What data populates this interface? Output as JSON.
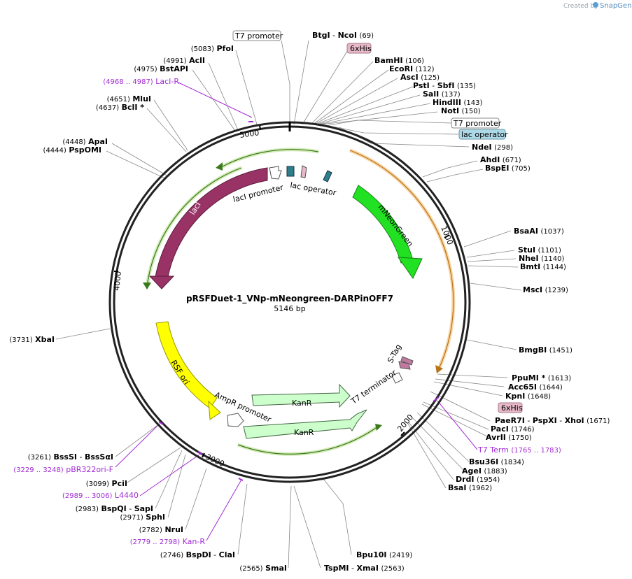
{
  "watermark": {
    "created_by": "Created by",
    "app": "SnapGene"
  },
  "plasmid": {
    "name": "pRSFDuet-1_VNp-mNeongreen-DARPinOFF7",
    "size": "5146 bp"
  },
  "ticks": [
    "1000",
    "2000",
    "3000",
    "4000",
    "5000"
  ],
  "top_labels": [
    {
      "name": "BtgI",
      "sep": " - ",
      "name2": "NcoI",
      "pos": "(69)"
    }
  ],
  "boxed_labels": {
    "t7_top": "T7 promoter",
    "his_top": "6xHis",
    "t7_right": "T7 promoter",
    "lacop_right": "lac operator",
    "his_bottom": "6xHis"
  },
  "right_labels": [
    {
      "name": "BamHI",
      "pos": "(106)"
    },
    {
      "name": "EcoRI",
      "pos": "(112)"
    },
    {
      "name": "AscI",
      "pos": "(125)"
    },
    {
      "name": "PstI",
      "sep": " - ",
      "name2": "SbfI",
      "pos": "(135)"
    },
    {
      "name": "SalI",
      "pos": "(137)"
    },
    {
      "name": "HindIII",
      "pos": "(143)"
    },
    {
      "name": "NotI",
      "pos": "(150)"
    },
    {
      "name": "NdeI",
      "pos": "(298)"
    },
    {
      "name": "AhdI",
      "pos": "(671)"
    },
    {
      "name": "BspEI",
      "pos": "(705)"
    },
    {
      "name": "BsaAI",
      "pos": "(1037)"
    },
    {
      "name": "StuI",
      "pos": "(1101)"
    },
    {
      "name": "NheI",
      "pos": "(1140)"
    },
    {
      "name": "BmtI",
      "pos": "(1144)"
    },
    {
      "name": "MscI",
      "pos": "(1239)"
    },
    {
      "name": "BmgBI",
      "pos": "(1451)"
    },
    {
      "name": "PpuMI *",
      "pos": "(1613)"
    },
    {
      "name": "Acc65I",
      "pos": "(1644)"
    },
    {
      "name": "KpnI",
      "pos": "(1648)"
    },
    {
      "name": "PaeR7I",
      "sep": " - ",
      "name2": "PspXI",
      "sep2": " - ",
      "name3": "XhoI",
      "pos": "(1671)"
    },
    {
      "name": "PacI",
      "pos": "(1746)"
    },
    {
      "name": "AvrII",
      "pos": "(1750)"
    },
    {
      "name": "Bsu36I",
      "pos": "(1834)"
    },
    {
      "name": "AgeI",
      "pos": "(1883)"
    },
    {
      "name": "DrdI",
      "pos": "(1954)"
    },
    {
      "name": "BsaI",
      "pos": "(1962)"
    }
  ],
  "right_primers": [
    {
      "name": "T7 Term",
      "pos": "(1765 .. 1783)"
    }
  ],
  "bottom_labels": [
    {
      "name": "Bpu10I",
      "pos": "(2419)"
    },
    {
      "name": "TspMI",
      "sep": " - ",
      "name2": "XmaI",
      "pos": "(2563)"
    },
    {
      "name": "SmaI",
      "pos": "(2565)"
    }
  ],
  "left_labels": [
    {
      "name": "PfoI",
      "pos": "(5083)"
    },
    {
      "name": "AclI",
      "pos": "(4991)"
    },
    {
      "name": "BstAPI",
      "pos": "(4975)"
    },
    {
      "name": "MluI",
      "pos": "(4651)"
    },
    {
      "name": "BclI *",
      "pos": "(4637)"
    },
    {
      "name": "ApaI",
      "pos": "(4448)"
    },
    {
      "name": "PspOMI",
      "pos": "(4444)"
    },
    {
      "name": "XbaI",
      "pos": "(3731)"
    },
    {
      "name": "BssSI",
      "sep": " - ",
      "name2": "BssSαI",
      "pos": "(3261)"
    },
    {
      "name": "PciI",
      "pos": "(3099)"
    },
    {
      "name": "BspQI",
      "sep": " - ",
      "name2": "SapI",
      "pos": "(2983)"
    },
    {
      "name": "SphI",
      "pos": "(2971)"
    },
    {
      "name": "NruI",
      "pos": "(2782)"
    },
    {
      "name": "BspDI",
      "sep": " - ",
      "name2": "ClaI",
      "pos": "(2746)"
    }
  ],
  "left_primers": [
    {
      "name": "LacI-R",
      "pos": "(4968 .. 4987)"
    },
    {
      "name": "pBR322ori-F",
      "pos": "(3229 .. 3248)"
    },
    {
      "name": "L4440",
      "pos": "(2989 .. 3006)"
    },
    {
      "name": "Kan-R",
      "pos": "(2779 .. 2798)"
    }
  ],
  "features": {
    "laci": "lacI",
    "laci_promoter": "lacI promoter",
    "lac_operator": "lac operator",
    "mneongreen": "mNeonGreen",
    "s_tag": "S-Tag",
    "t7_terminator": "T7 terminator",
    "rsf_ori": "RSF ori",
    "ampr_promoter": "AmpR promoter",
    "kanr_1": "KanR",
    "kanr_2": "KanR"
  },
  "colors": {
    "laci": "#993366",
    "mneongreen": "#22e022",
    "rsf_ori": "#ffff00",
    "kanr": "#ccffcc",
    "primer": "#a12bd3",
    "orf_orange": "#f5a742",
    "orf_green": "#8fd14f",
    "lac_operator_box": "#add8e6",
    "his_box": "#e6b8c8",
    "t7_box": "#ffffff"
  }
}
